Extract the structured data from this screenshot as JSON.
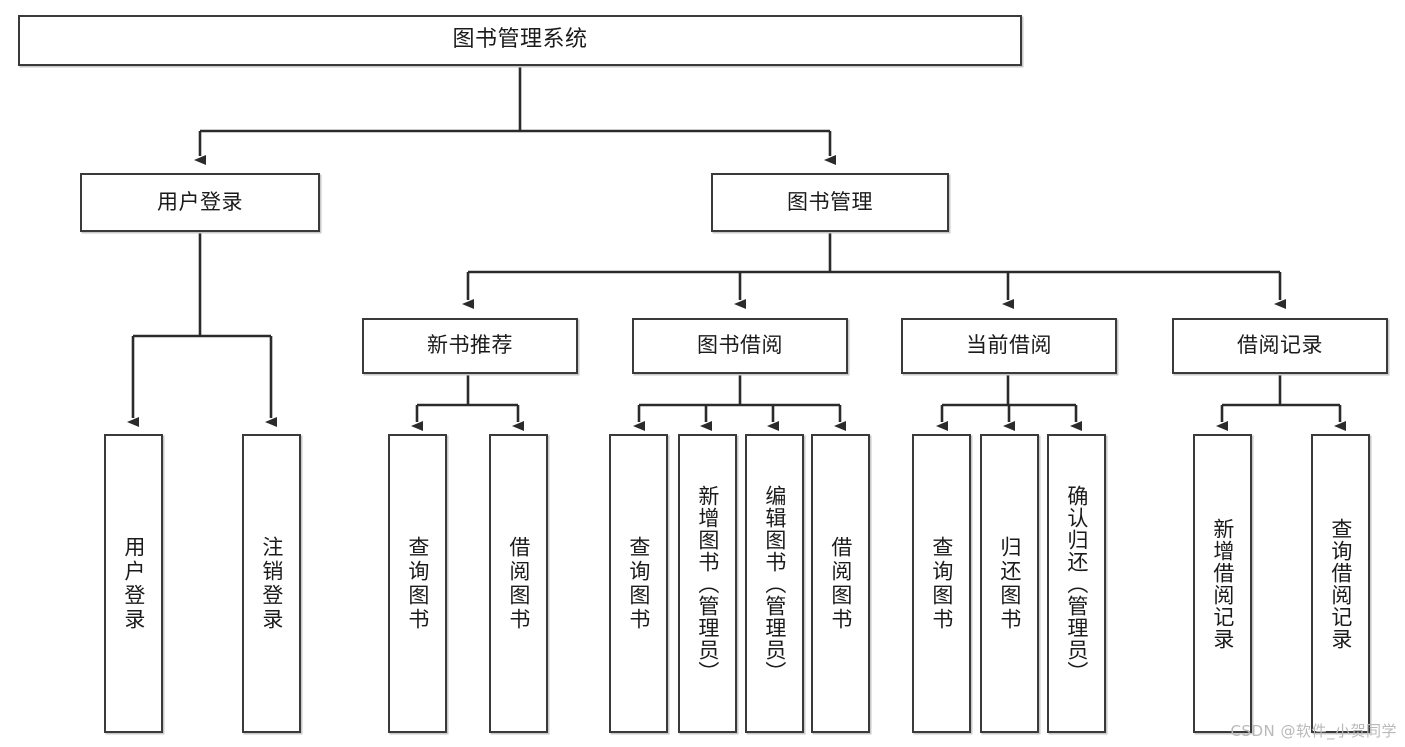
{
  "diagram": {
    "type": "tree",
    "title": "图书管理系统",
    "watermark": "CSDN @软件_小贺同学",
    "nodes": {
      "root": {
        "label": "图书管理系统"
      },
      "level2": [
        {
          "id": "user-login",
          "label": "用户登录"
        },
        {
          "id": "book-manage",
          "label": "图书管理"
        }
      ],
      "level3": [
        {
          "id": "new-book-rec",
          "label": "新书推荐"
        },
        {
          "id": "book-borrow",
          "label": "图书借阅"
        },
        {
          "id": "current-borrow",
          "label": "当前借阅"
        },
        {
          "id": "borrow-record",
          "label": "借阅记录"
        }
      ],
      "leaves": [
        {
          "id": "leaf-user-login",
          "label": "用户登录",
          "parent": "user-login"
        },
        {
          "id": "leaf-logout-login",
          "label": "注销登录",
          "parent": "user-login"
        },
        {
          "id": "leaf-query-book-1",
          "label": "查询图书",
          "parent": "new-book-rec"
        },
        {
          "id": "leaf-borrow-book-1",
          "label": "借阅图书",
          "parent": "new-book-rec"
        },
        {
          "id": "leaf-query-book-2",
          "label": "查询图书",
          "parent": "book-borrow"
        },
        {
          "id": "leaf-add-book",
          "label": "新增图书（管理员）",
          "parent": "book-borrow"
        },
        {
          "id": "leaf-edit-book",
          "label": "编辑图书（管理员）",
          "parent": "book-borrow"
        },
        {
          "id": "leaf-borrow-book-2",
          "label": "借阅图书",
          "parent": "book-borrow"
        },
        {
          "id": "leaf-query-book-3",
          "label": "查询图书",
          "parent": "current-borrow"
        },
        {
          "id": "leaf-return-book",
          "label": "归还图书",
          "parent": "current-borrow"
        },
        {
          "id": "leaf-confirm-return",
          "label": "确认归还（管理员）",
          "parent": "current-borrow"
        },
        {
          "id": "leaf-add-record",
          "label": "新增借阅记录",
          "parent": "borrow-record"
        },
        {
          "id": "leaf-query-record",
          "label": "查询借阅记录",
          "parent": "borrow-record"
        }
      ]
    },
    "colors": {
      "border": "#3a3a3a",
      "edge": "#2b2b2b",
      "background": "#ffffff",
      "text": "#1b1b1b",
      "watermark": "#b9b9b9"
    }
  }
}
